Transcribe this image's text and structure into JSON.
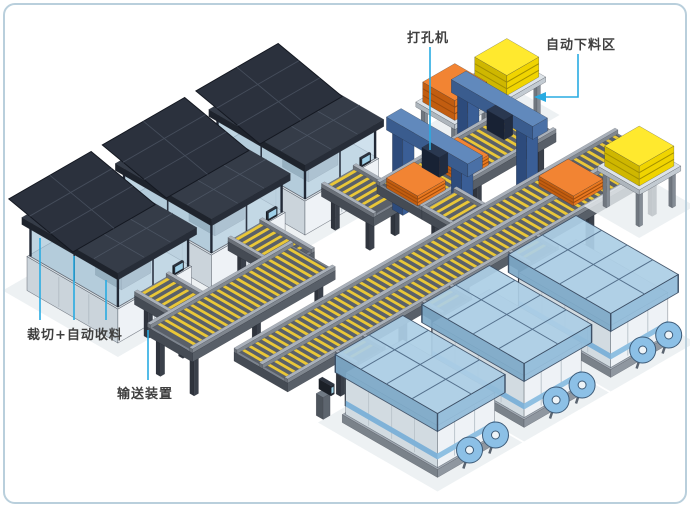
{
  "diagram": {
    "type": "production-line-layout-illustration"
  },
  "labels": {
    "punch_machine": "打孔机",
    "auto_unload_area": "自动下料区",
    "cut_collect": "裁切+自动收料",
    "conveyor": "输送装置"
  },
  "colors": {
    "annotation": "#29abe2",
    "label_text": "#3f3f3f",
    "border": "#b9cfdc",
    "background": "#ffffff",
    "roller_yellow": "#e9c738",
    "pallet_orange": "#e87820",
    "stack_yellow": "#f0d400",
    "machine_dark_panel": "#2b313d",
    "glass_blue": "#b7d2e4",
    "gantry_blue": "#4d76ad",
    "machine_white": "#eef2f6"
  }
}
